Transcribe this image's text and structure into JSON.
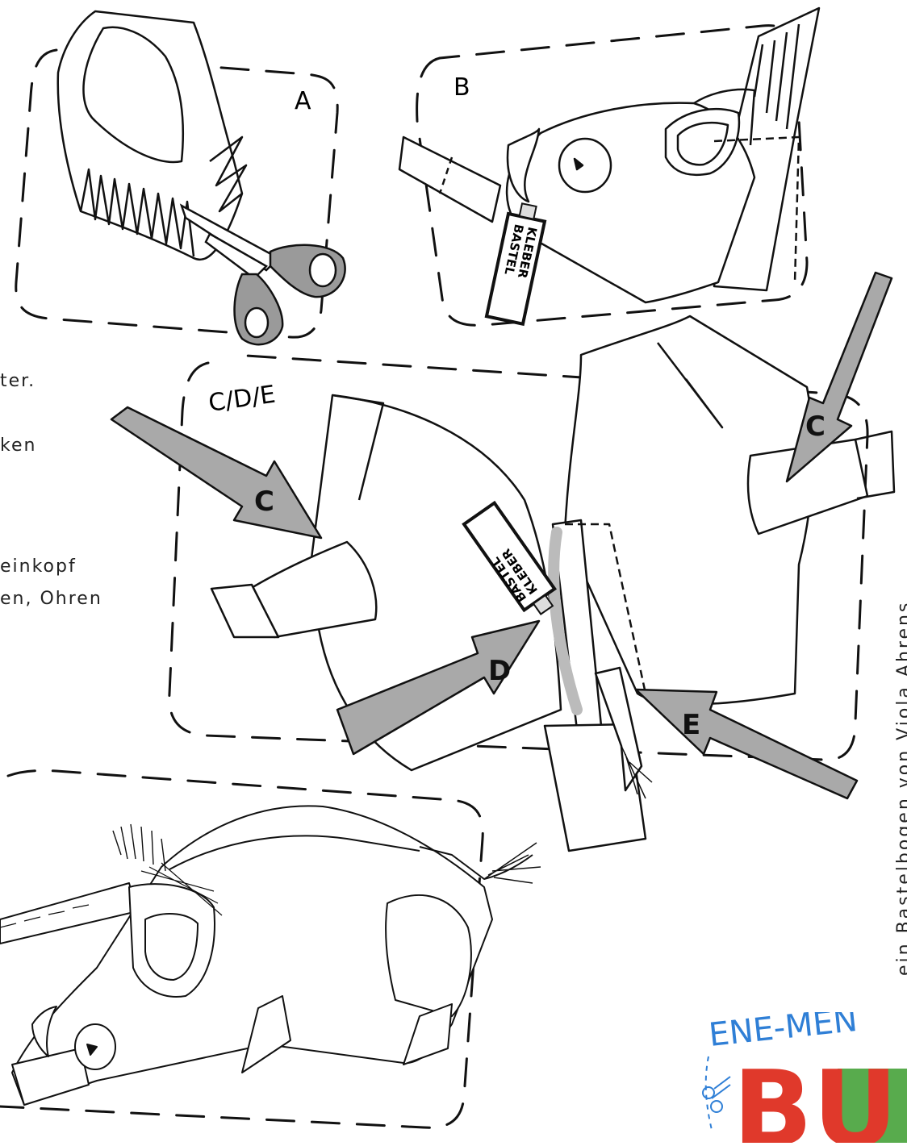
{
  "panels": {
    "a_label": "A",
    "b_label": "B",
    "cde_label": "C/D/E"
  },
  "glue_tube": {
    "line1": "BASTEL",
    "line2": "KLEBER"
  },
  "arrows": {
    "c_left": "C",
    "c_right": "C",
    "d": "D",
    "e": "E"
  },
  "cut_off_text": {
    "line1": "ter.",
    "line2": "ken",
    "line3": "einkopf",
    "line4": "en, Ohren"
  },
  "credit": "ein Bastelbogen von Viola Ahrens",
  "logo": {
    "top_text": "ENE-MEN",
    "big_letters": "BU"
  },
  "colors": {
    "arrow_fill": "#a9a9a9",
    "scissors_grip": "#9a9a9a",
    "logo_red": "#e0392b",
    "logo_green": "#46a23a",
    "logo_blue": "#2f7fd6"
  }
}
